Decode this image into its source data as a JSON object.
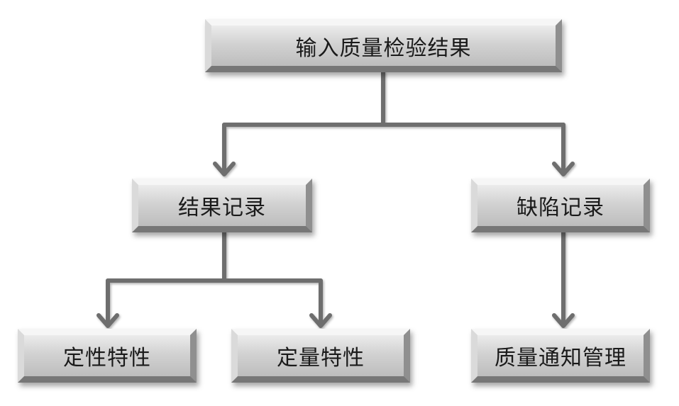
{
  "nodes": {
    "root": {
      "label": "输入质量检验结果"
    },
    "result_record": {
      "label": "结果记录"
    },
    "defect_record": {
      "label": "缺陷记录"
    },
    "qualitative": {
      "label": "定性特性"
    },
    "quantitative": {
      "label": "定量特性"
    },
    "quality_notice": {
      "label": "质量通知管理"
    }
  },
  "colors": {
    "connector": "#6e6e6e",
    "box_light": "#ececec",
    "box_dark": "#bdbdbd",
    "text": "#1a1a1a"
  }
}
